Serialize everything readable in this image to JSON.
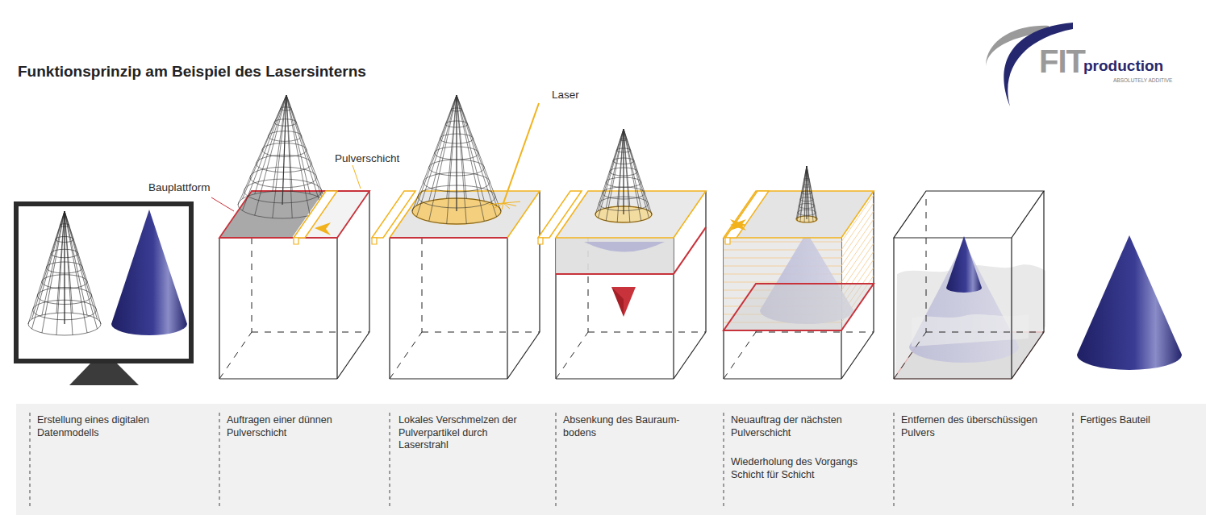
{
  "diagram": {
    "title": "Funktionsprinzip am Beispiel des Lasersinterns",
    "labels": [
      "FIT",
      "production",
      "ABSOLUTELY ADDITIVE",
      "Bauplattform",
      "Pulverschicht",
      "Laser",
      "Erstellung eines digitalen Datenmodells",
      "Auftragen einer dünnen Pulverschicht",
      "Lokales Verschmelzen der Pulverpartikel durch Laserstrahl",
      "Absenkung des Bauraum- bodens",
      "Neuauftrag der nächsten Pulverschicht",
      "Wiederholung des Vorgangs Schicht für Schicht",
      "Entfernen des überschüssigen Pulvers",
      "Fertiges Bauteil"
    ]
  }
}
